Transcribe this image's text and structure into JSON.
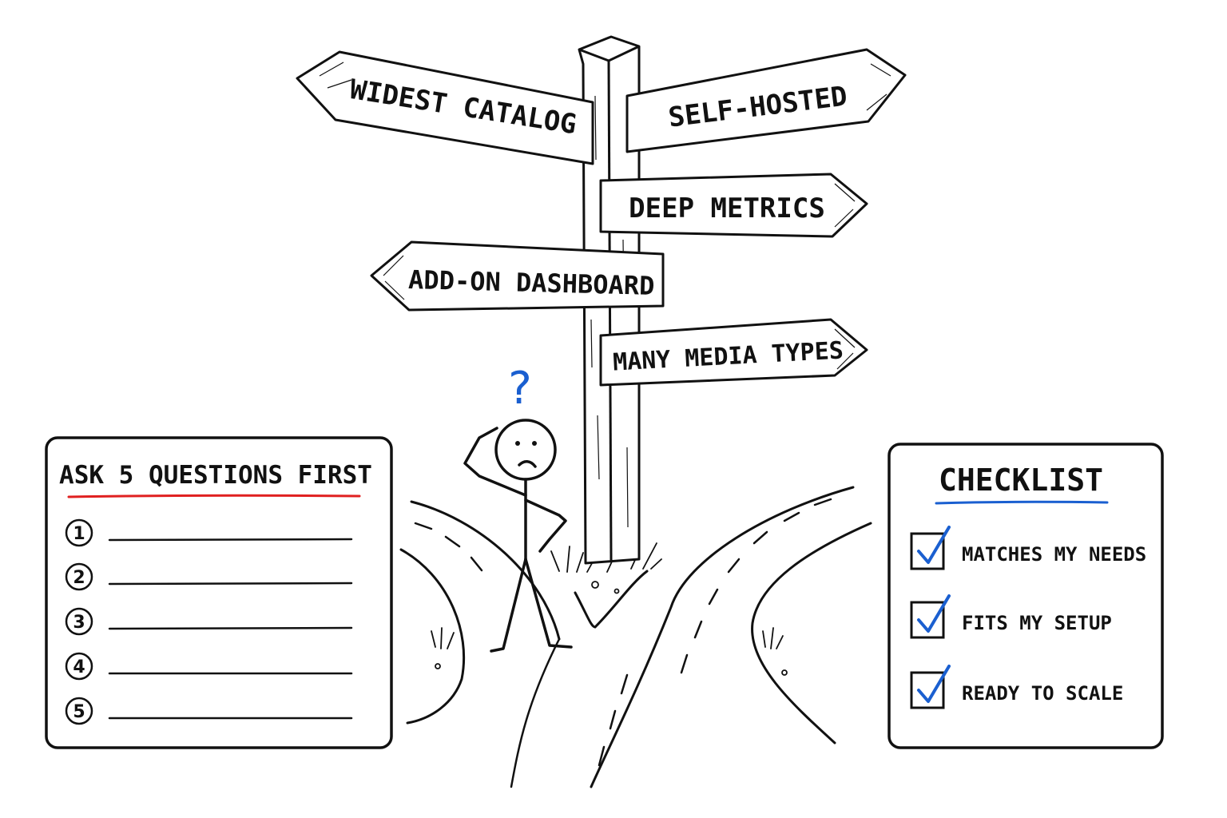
{
  "signs": [
    {
      "id": "widest-catalog",
      "label": "WIDEST CATALOG"
    },
    {
      "id": "self-hosted",
      "label": "SELF-HOSTED"
    },
    {
      "id": "deep-metrics",
      "label": "DEEP METRICS"
    },
    {
      "id": "add-on-dashboard",
      "label": "ADD-ON DASHBOARD"
    },
    {
      "id": "many-media-types",
      "label": "MANY MEDIA TYPES"
    }
  ],
  "thought": {
    "symbol": "?"
  },
  "questions_card": {
    "title": "ASK 5 QUESTIONS FIRST",
    "underline_color": "#e02020",
    "items": [
      "1",
      "2",
      "3",
      "4",
      "5"
    ]
  },
  "checklist_card": {
    "title": "CHECKLIST",
    "underline_color": "#1a5fd0",
    "check_color": "#1a5fd0",
    "items": [
      "MATCHES MY NEEDS",
      "FITS MY SETUP",
      "READY TO SCALE"
    ]
  }
}
